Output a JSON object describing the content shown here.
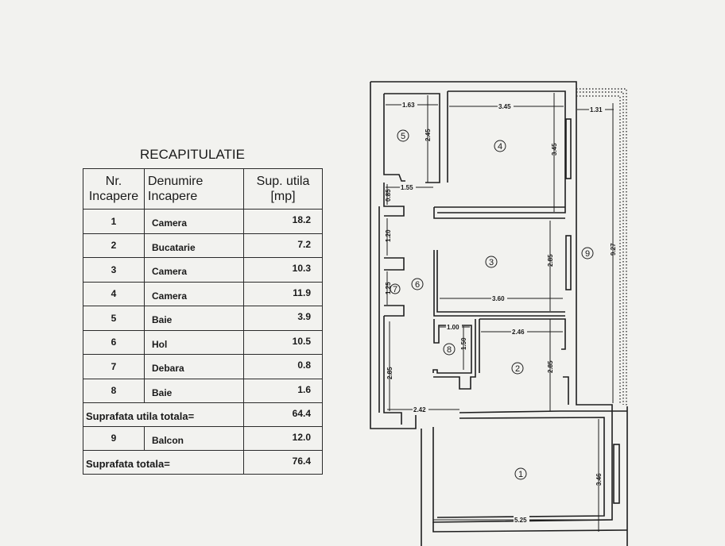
{
  "summary": {
    "title": "RECAPITULATIE",
    "headers": {
      "nr_line1": "Nr.",
      "nr_line2": "Incapere",
      "name_line1": "Denumire",
      "name_line2": "Incapere",
      "area_line1": "Sup. utila",
      "area_line2": "[mp]"
    },
    "rows": [
      {
        "nr": "1",
        "name": "Camera",
        "area": "18.2"
      },
      {
        "nr": "2",
        "name": "Bucatarie",
        "area": "7.2"
      },
      {
        "nr": "3",
        "name": "Camera",
        "area": "10.3"
      },
      {
        "nr": "4",
        "name": "Camera",
        "area": "11.9"
      },
      {
        "nr": "5",
        "name": "Baie",
        "area": "3.9"
      },
      {
        "nr": "6",
        "name": "Hol",
        "area": "10.5"
      },
      {
        "nr": "7",
        "name": "Debara",
        "area": "0.8"
      },
      {
        "nr": "8",
        "name": "Baie",
        "area": "1.6"
      }
    ],
    "useful_total_label": "Suprafata utila totala=",
    "useful_total_value": "64.4",
    "balcony": {
      "nr": "9",
      "name": "Balcon",
      "area": "12.0"
    },
    "grand_total_label": "Suprafata totala=",
    "grand_total_value": "76.4"
  },
  "floor_plan": {
    "rooms": [
      "1",
      "2",
      "3",
      "4",
      "5",
      "6",
      "7",
      "8",
      "9"
    ],
    "dimensions": {
      "r5_width": "1.63",
      "r5_height": "2.45",
      "r4_width": "3.45",
      "r4_height": "3.45",
      "balcony_width": "1.31",
      "balcony_length": "9.27",
      "hall_upper_width": "1.55",
      "hall_upper_height": "0.85",
      "hall_mid_height": "1.20",
      "r7_height": "1.25",
      "r3_width": "3.60",
      "r3_height": "2.85",
      "r8_width": "1.00",
      "r8_height": "1.50",
      "r2_width": "2.46",
      "r2_height": "2.85",
      "hall_lower_height": "2.85",
      "hall_lower_width": "2.42",
      "r1_width": "5.25",
      "r1_height": "3.46"
    }
  }
}
